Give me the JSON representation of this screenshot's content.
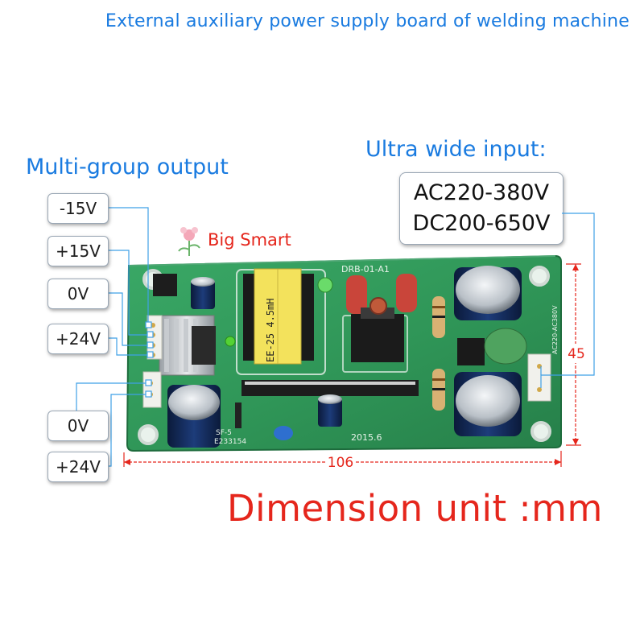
{
  "title": "External auxiliary power supply board of welding machine",
  "output_heading": "Multi-group output",
  "input_heading": "Ultra wide input:",
  "input_ranges": [
    "AC220-380V",
    "DC200-650V"
  ],
  "outputs": [
    "-15V",
    "+15V",
    "0V",
    "+24V",
    "0V",
    "+24V"
  ],
  "brand": "Big Smart",
  "dimensions": {
    "width_value": "106",
    "height_value": "45",
    "unit_text": "Dimension unit :mm"
  },
  "board_markings": {
    "model": "DRB-01-A1",
    "transformer": "EE-25  4.5mH",
    "date": "2015.6",
    "cert": "E233154",
    "series": "SF-5",
    "input_side": "AC220-AC380V"
  },
  "colors": {
    "accent_blue": "#1a7be0",
    "dimension_red": "#e5261c",
    "leader_blue": "#3fa0e6",
    "pcb_green": "#2f9a57"
  }
}
